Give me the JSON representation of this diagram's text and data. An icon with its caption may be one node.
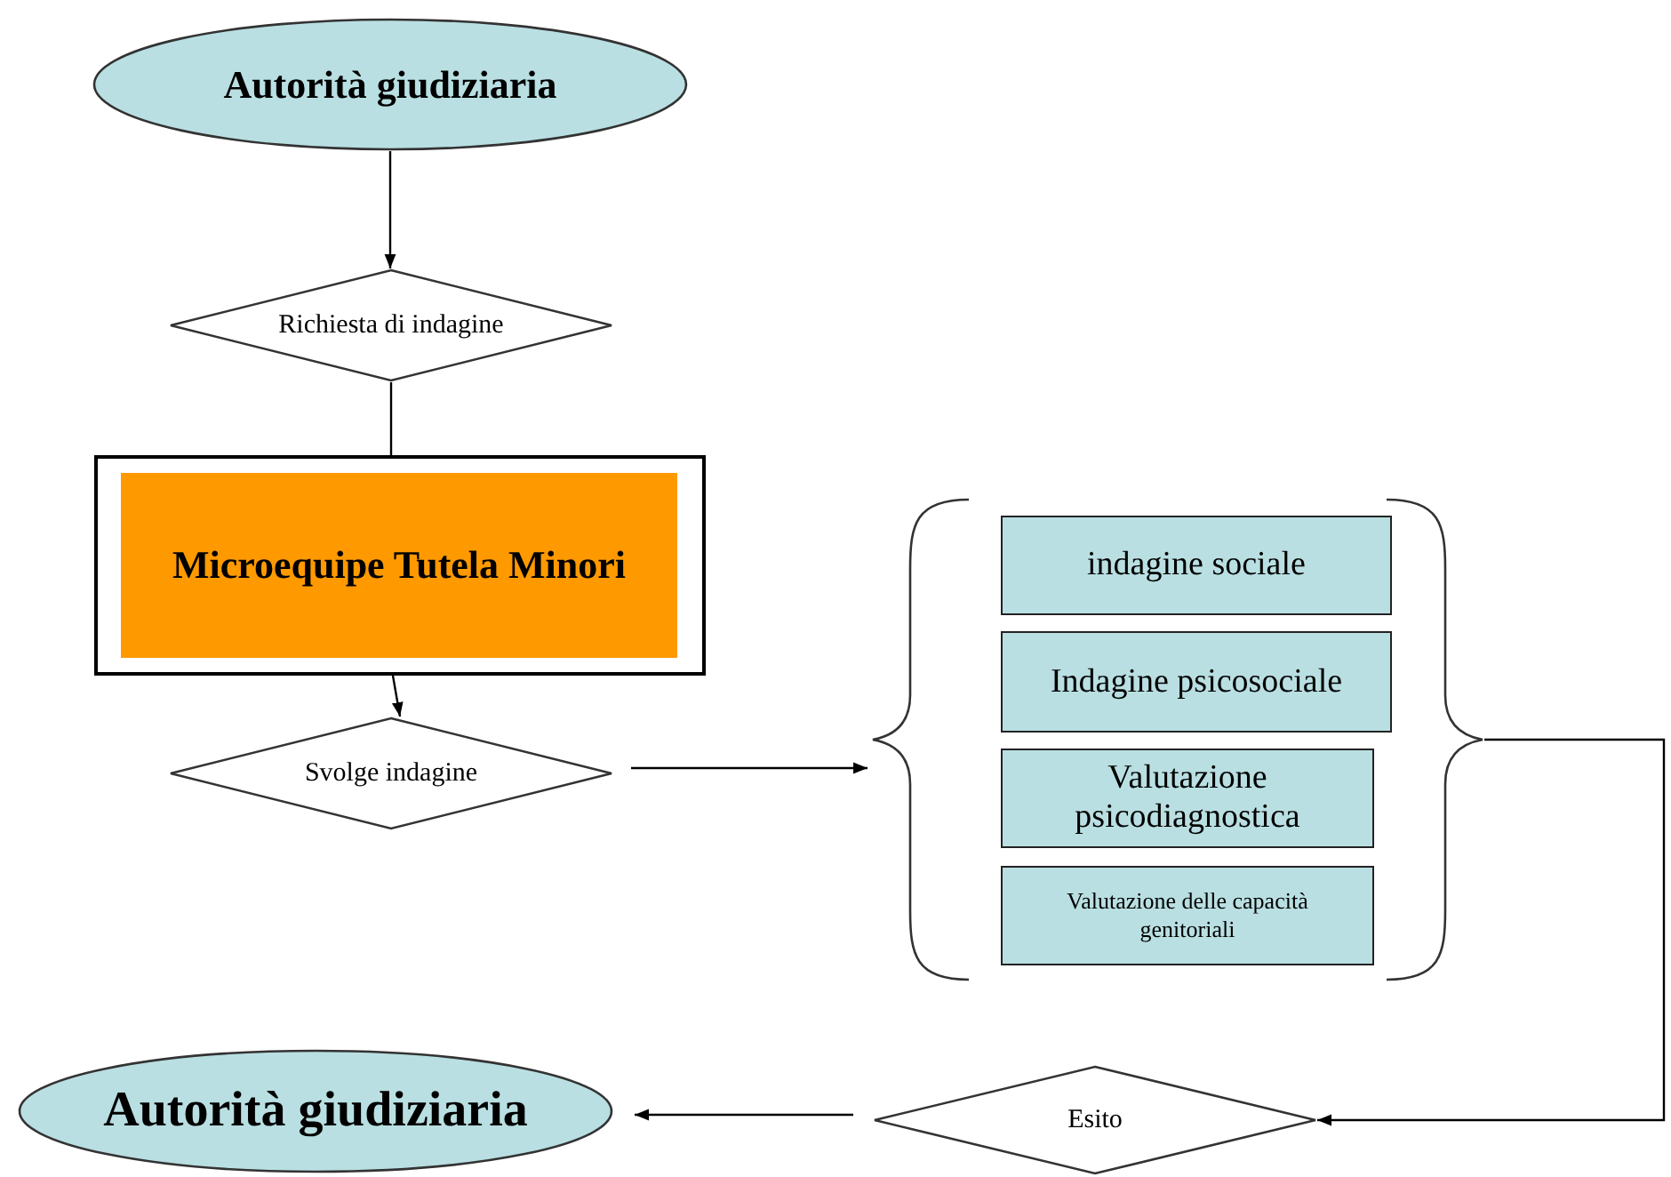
{
  "diagram": {
    "nodes": [
      {
        "text": [
          "Autorità giudiziaria"
        ]
      },
      {
        "text": [
          "Richiesta di indagine"
        ]
      },
      {
        "text": [],
        "shape": "box"
      },
      {
        "text": [
          "Microequipe Tutela Minori"
        ],
        "in": 2
      },
      {
        "text": [
          "Svolge indagine"
        ]
      },
      {
        "text": [],
        "shape": "brace"
      },
      {
        "text": [
          "indagine sociale"
        ],
        "in": 5
      },
      {
        "text": [
          "Indagine psicosociale"
        ],
        "in": 5
      },
      {
        "text": [
          "Valutazione psicodiagnostica"
        ],
        "in": 5
      },
      {
        "text": [
          "Valutazione delle capacità genitoriali"
        ],
        "in": 5
      },
      {
        "text": [
          "Esito"
        ]
      },
      {
        "text": [
          "Autorità giudiziaria"
        ]
      }
    ],
    "edges": [
      {
        "from": 0,
        "to": 1,
        "arrow": "to"
      },
      {
        "from": 1,
        "to": 2,
        "arrow": "none"
      },
      {
        "from": 2,
        "to": 4,
        "arrow": "to"
      },
      {
        "from": 4,
        "to": 5,
        "arrow": "to"
      },
      {
        "from": 5,
        "to": 10,
        "arrow": "to"
      },
      {
        "from": 10,
        "to": 11,
        "arrow": "to"
      }
    ]
  }
}
